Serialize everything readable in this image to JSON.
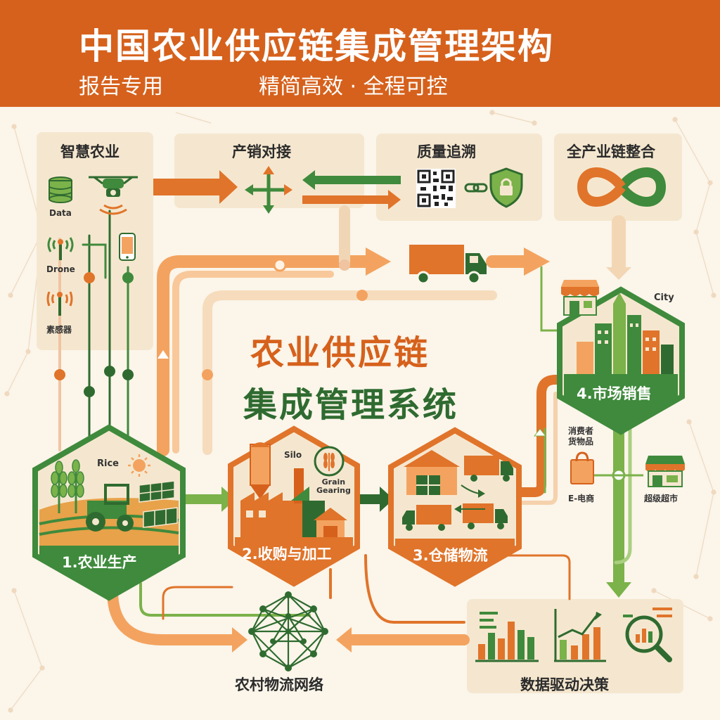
{
  "header": {
    "title": "中国农业供应链集成管理架构",
    "subtitle_left": "报告专用",
    "subtitle_right": "精简高效 · 全程可控"
  },
  "top_modules": {
    "smart_agriculture": {
      "title": "智慧农业",
      "labels": {
        "data": "Data",
        "drone": "Drone",
        "sensor": "素感器"
      }
    },
    "production_sales": {
      "title": "产销对接"
    },
    "traceability": {
      "title": "质量追溯"
    },
    "integration": {
      "title": "全产业链整合"
    }
  },
  "center": {
    "line1": "农业供应链",
    "line2": "集成管理系统"
  },
  "stages": {
    "production": {
      "label": "1.农业生产",
      "caption": "Rice"
    },
    "processing": {
      "label": "2.收购与加工",
      "caption_silo": "Silo",
      "caption_grain": "Grain\nGearing"
    },
    "logistics": {
      "label": "3.仓储物流"
    },
    "market": {
      "label": "4.市场销售",
      "caption": "City"
    }
  },
  "market_channels": {
    "consumer_goods": "消费者\n货物品",
    "ecommerce": "E-电商",
    "supermarket": "超级超市"
  },
  "bottom_modules": {
    "rural_network": {
      "title": "农村物流网络"
    },
    "data_decision": {
      "title": "数据驱动决策"
    }
  },
  "colors": {
    "orange": "#e0742a",
    "deep_orange": "#d6611c",
    "green": "#3f8a3c",
    "dark_green": "#2f6b30",
    "light_green": "#7bb24a",
    "cream": "#f5e7cf",
    "background": "#fbf5ea"
  },
  "icons": [
    "database-icon",
    "drone-icon",
    "phone-icon",
    "antenna-icon",
    "sensor-icon",
    "cross-arrows-icon",
    "qr-code-icon",
    "chain-icon",
    "shield-lock-icon",
    "infinity-icon",
    "truck-icon",
    "store-icon",
    "city-icon",
    "farm-icon",
    "factory-icon",
    "warehouse-icon",
    "shopping-bag-icon",
    "supermarket-icon",
    "network-icon",
    "bar-chart-icon",
    "magnifier-chart-icon"
  ]
}
